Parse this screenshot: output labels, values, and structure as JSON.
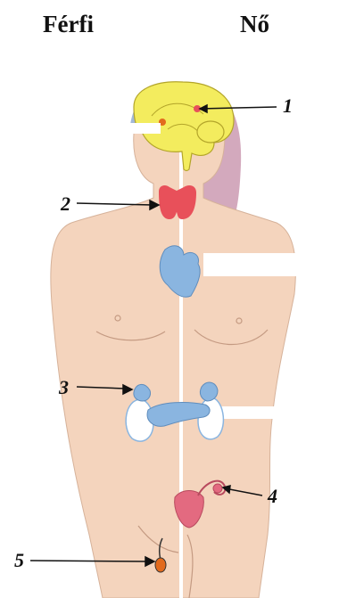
{
  "headers": {
    "male": "Férfi",
    "female": "Nő"
  },
  "labels": [
    "1",
    "2",
    "3",
    "4",
    "5"
  ],
  "colors": {
    "skin": "#f4d4bd",
    "skin_outline": "#c49a82",
    "hair_female": "#d3a9bd",
    "hair_male": "#a3b8d6",
    "brain": "#f3ec5e",
    "thyroid": "#e8505a",
    "blue_gland": "#8ab5e0",
    "ovary": "#e36a80",
    "testis": "#e26a1d"
  }
}
